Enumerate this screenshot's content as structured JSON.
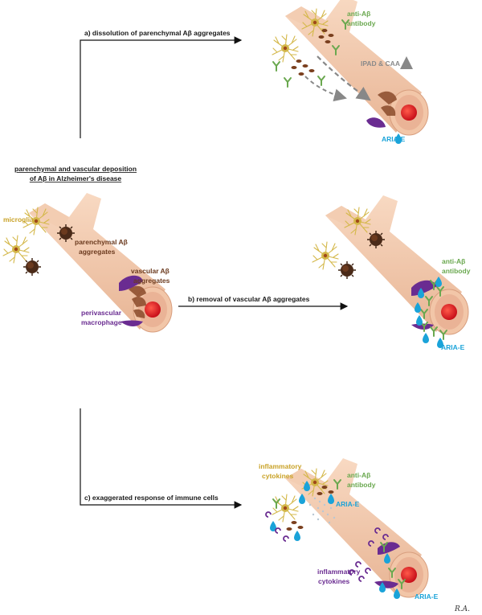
{
  "title_lines": [
    "parenchymal and vascular deposition",
    "of Aβ in Alzheimer's disease"
  ],
  "branches": {
    "a": "a) dissolution of parenchymal Aβ aggregates",
    "b": "b) removal of vascular Aβ aggregates",
    "c": "c) exaggerated response of immune cells"
  },
  "center_labels": {
    "microglia": "microglia",
    "parenchymal": [
      "parenchymal Aβ",
      "aggregates"
    ],
    "vascular": [
      "vascular Aβ",
      "aggregates"
    ],
    "macrophage": [
      "perivascular",
      "macrophage"
    ]
  },
  "panel_a": {
    "antibody": [
      "anti-Aβ",
      "antibody"
    ],
    "ipad": "IPAD & CAA",
    "aria": "ARIA-E"
  },
  "panel_b": {
    "antibody": [
      "anti-Aβ",
      "antibody"
    ],
    "aria": "ARIA-E"
  },
  "panel_c": {
    "cytokines_top": [
      "inflammatory",
      "cytokines"
    ],
    "antibody": [
      "anti-Aβ",
      "antibody"
    ],
    "aria_top": "ARIA-E",
    "cytokines_bottom": [
      "inflammatory",
      "cytokines"
    ],
    "aria_bottom": "ARIA-E"
  },
  "signature": "R.A.",
  "colors": {
    "vessel": "#f2c6a8",
    "lumen": "#e8202a",
    "amyloid": "#6b3a1e",
    "microglia": "#d4b84a",
    "antibody": "#6aa84f",
    "edema": "#1aa3d9",
    "macrophage": "#6a2c91"
  }
}
